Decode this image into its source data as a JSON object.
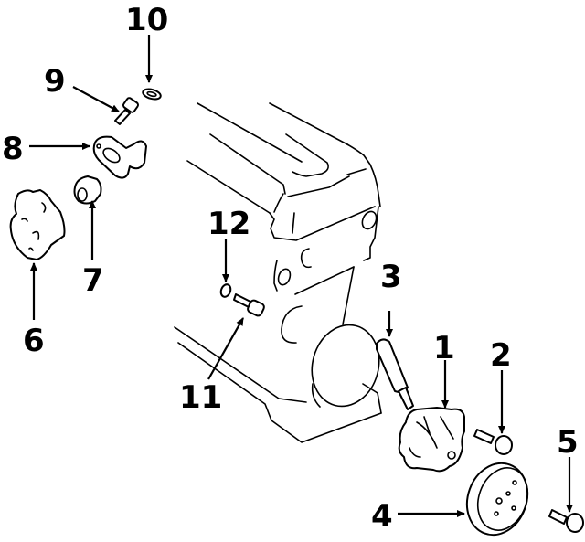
{
  "diagram": {
    "type": "exploded parts diagram",
    "subject": "engine block with water pump and thermostat assembly",
    "background": "#ffffff",
    "ink": "#000000",
    "callouts": [
      {
        "id": "1",
        "label": "1",
        "part": "water-pump"
      },
      {
        "id": "2",
        "label": "2",
        "part": "water-pump-bolt"
      },
      {
        "id": "3",
        "label": "3",
        "part": "pipe-connector"
      },
      {
        "id": "4",
        "label": "4",
        "part": "pulley"
      },
      {
        "id": "5",
        "label": "5",
        "part": "pulley-bolt"
      },
      {
        "id": "6",
        "label": "6",
        "part": "thermostat-housing"
      },
      {
        "id": "7",
        "label": "7",
        "part": "thermostat"
      },
      {
        "id": "8",
        "label": "8",
        "part": "water-outlet"
      },
      {
        "id": "9",
        "label": "9",
        "part": "outlet-bolt"
      },
      {
        "id": "10",
        "label": "10",
        "part": "gasket-washer"
      },
      {
        "id": "11",
        "label": "11",
        "part": "drain-plug"
      },
      {
        "id": "12",
        "label": "12",
        "part": "drain-plug-washer"
      }
    ]
  }
}
